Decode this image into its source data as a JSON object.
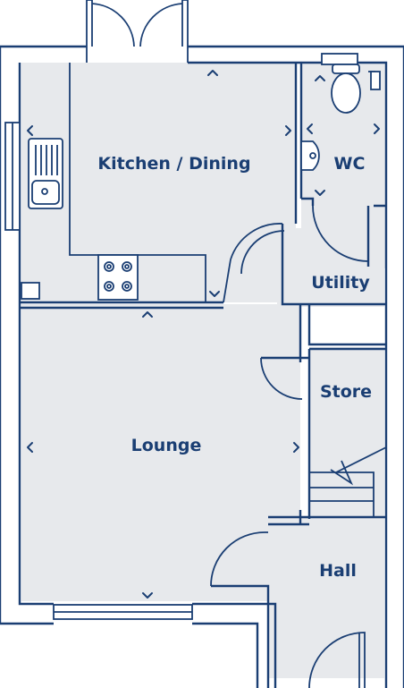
{
  "colors": {
    "line": "#1a3e73",
    "floor": "#e7e9ec",
    "background": "#ffffff"
  },
  "rooms": {
    "kitchen": "Kitchen / Dining",
    "wc": "WC",
    "utility": "Utility",
    "store": "Store",
    "lounge": "Lounge",
    "hall": "Hall"
  }
}
